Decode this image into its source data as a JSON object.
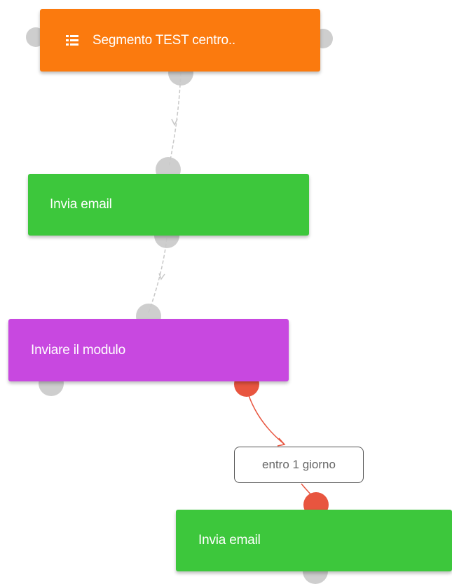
{
  "workflow": {
    "nodes": [
      {
        "label": "Segmento TEST centro..",
        "color": "#fb7a0e",
        "icon": "list-icon"
      },
      {
        "label": "Invia email",
        "color": "#3dc73c"
      },
      {
        "label": "Inviare il modulo",
        "color": "#c848e0"
      },
      {
        "label": "Invia email",
        "color": "#3dc73c"
      }
    ],
    "delay_label": "entro 1 giorno",
    "connector_colors": {
      "default": "#c9c9c9",
      "timed": "#e8553f"
    }
  }
}
